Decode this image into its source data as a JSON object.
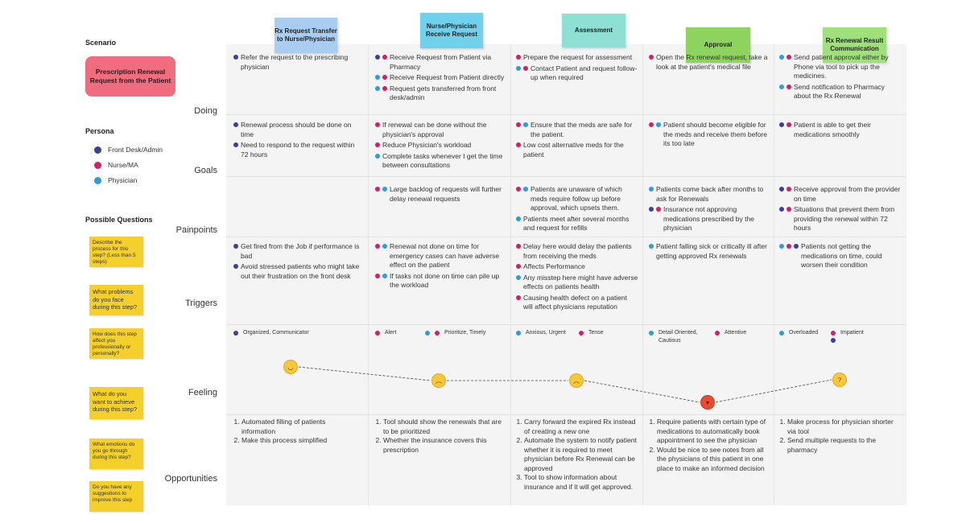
{
  "left": {
    "scenario_label": "Scenario",
    "scenario_card": "Prescription Renewal Request from the Patient",
    "persona_label": "Persona",
    "personas": [
      {
        "name": "Front Desk/Admin",
        "color": "#3a3f9a"
      },
      {
        "name": "Nurse/MA",
        "color": "#d81b6a"
      },
      {
        "name": "Physician",
        "color": "#2a9de0"
      }
    ],
    "questions_label": "Possible Questions",
    "questions": [
      "Describe the process for this step? (Less than 5 steps)",
      "What problems do you face during this step?",
      "How does this step affect you professionally or personally?",
      "What do you want to achieve during this step?",
      "What emotions do you go through during this step?",
      "Do you have any suggestions to improve this step"
    ]
  },
  "rows": [
    "Doing",
    "Goals",
    "Painpoints",
    "Triggers",
    "Feeling",
    "Opportunities"
  ],
  "stages": [
    {
      "title": "Rx Request Transfer to Nurse/Physician",
      "color": "#a9cdf0"
    },
    {
      "title": "Nurse/Physician Receive Request",
      "color": "#6fd1ec"
    },
    {
      "title": "Assessment",
      "color": "#8ee0d4"
    },
    {
      "title": "Approval",
      "color": "#8fd35f"
    },
    {
      "title": "Rx Renewal Result Communication",
      "color": "#9fe07a"
    }
  ],
  "doing": [
    [
      {
        "p": [
          "b"
        ],
        "t": "Refer the request to the prescribing physician"
      }
    ],
    [
      {
        "p": [
          "b",
          "m"
        ],
        "t": "Receive Request from Patient via Pharmacy"
      },
      {
        "p": [
          "c",
          "m"
        ],
        "t": "Receive Request from Patient directly"
      },
      {
        "p": [
          "c",
          "m"
        ],
        "t": "Request gets transferred from front desk/admin"
      }
    ],
    [
      {
        "p": [
          "m"
        ],
        "t": "Prepare the request for assessment"
      },
      {
        "p": [
          "c",
          "m"
        ],
        "t": "Contact Patient and request follow-up when required"
      }
    ],
    [
      {
        "p": [
          "m"
        ],
        "t": "Open the Rx renewal request, take a look at the patient's medical file"
      }
    ],
    [
      {
        "p": [
          "c",
          "m"
        ],
        "t": "Send patient approval either by Phone via tool to pick up the medicines."
      },
      {
        "p": [
          "c",
          "m"
        ],
        "t": "Send notification to Pharmacy about the Rx Renewal"
      }
    ]
  ],
  "goals": [
    [
      {
        "p": [
          "b"
        ],
        "t": "Renewal process should be done on time"
      },
      {
        "p": [
          "b"
        ],
        "t": "Need to respond to the request within 72 hours"
      }
    ],
    [
      {
        "p": [
          "m"
        ],
        "t": "If renewal can be done without the physician's approval"
      },
      {
        "p": [
          "m"
        ],
        "t": "Reduce Physician's workload"
      },
      {
        "p": [
          "c"
        ],
        "t": "Complete tasks whenever I get the time between consultations"
      }
    ],
    [
      {
        "p": [
          "m",
          "c"
        ],
        "t": "Ensure that the meds are safe for the patient."
      },
      {
        "p": [
          "m"
        ],
        "t": "Low cost alternative meds for the patient"
      }
    ],
    [
      {
        "p": [
          "m",
          "c"
        ],
        "t": "Patient should become eligible for the meds and receive them before its too late"
      }
    ],
    [
      {
        "p": [
          "b",
          "m"
        ],
        "t": "Patient is able to get their medications smoothly"
      }
    ]
  ],
  "painpoints": [
    [],
    [
      {
        "p": [
          "m",
          "c"
        ],
        "t": "Large backlog of requests will further delay renewal requests"
      }
    ],
    [
      {
        "p": [
          "m",
          "c"
        ],
        "t": "Patients are unaware of which meds require follow up before approval, which upsets them."
      },
      {
        "p": [
          "c"
        ],
        "t": "Patients meet after several months and request for refills"
      }
    ],
    [
      {
        "p": [
          "c"
        ],
        "t": "Patients come back after months to ask for Renewals"
      },
      {
        "p": [
          "b",
          "m"
        ],
        "t": "Insurance not approving medications prescribed by the physician"
      }
    ],
    [
      {
        "p": [
          "b",
          "m"
        ],
        "t": "Receive approval from the provider on time"
      },
      {
        "p": [
          "b",
          "m"
        ],
        "t": "Situations that prevent them from providing the renewal within 72 hours"
      }
    ]
  ],
  "triggers": [
    [
      {
        "p": [
          "b"
        ],
        "t": "Get fired from the Job if performance is bad"
      },
      {
        "p": [
          "b"
        ],
        "t": "Avoid stressed patients who might take out their frustration on the front desk"
      }
    ],
    [
      {
        "p": [
          "m",
          "c"
        ],
        "t": "Renewal not done on time for emergency cases can have adverse effect on the patient"
      },
      {
        "p": [
          "m",
          "c"
        ],
        "t": "If tasks not done on time can pile up the workload"
      }
    ],
    [
      {
        "p": [
          "m"
        ],
        "t": "Delay here would delay the patients from receiving the meds"
      },
      {
        "p": [
          "m"
        ],
        "t": "Affects Performance"
      },
      {
        "p": [
          "c"
        ],
        "t": "Any misstep here might have adverse effects on patients health"
      },
      {
        "p": [
          "m"
        ],
        "t": "Causing health defect on a patient will affect physicians reputation"
      }
    ],
    [
      {
        "p": [
          "c"
        ],
        "t": "Patient falling sick or critically ill after getting approved Rx renewals"
      }
    ],
    [
      {
        "p": [
          "c",
          "m",
          "b"
        ],
        "t": "Patients not getting the medications on time, could worsen their condition"
      }
    ]
  ],
  "feeling_tags": [
    [
      {
        "p": [
          "b"
        ],
        "t": "Organized, Communicator"
      }
    ],
    [
      {
        "p": [
          "m"
        ],
        "t": "Alert"
      },
      {
        "p": [
          "c",
          "m"
        ],
        "t": "Prioritize, Timely"
      }
    ],
    [
      {
        "p": [
          "c"
        ],
        "t": "Anxious, Urgent"
      },
      {
        "p": [
          "m"
        ],
        "t": "Tense"
      }
    ],
    [
      {
        "p": [
          "c"
        ],
        "t": "Detail Oriented, Cautious"
      },
      {
        "p": [
          "m"
        ],
        "t": "Attentive"
      }
    ],
    [
      {
        "p": [
          "c"
        ],
        "t": "Overloaded"
      },
      {
        "p": [
          "m",
          "b"
        ],
        "t": "Impatient"
      }
    ]
  ],
  "feeling_curve": {
    "levels": [
      "happy",
      "worried",
      "stressed",
      "angry",
      "thinking"
    ]
  },
  "opportunities": [
    [
      "Automated filling of patients information",
      "Make this process simplified"
    ],
    [
      "Tool should show the renewals that are to be prioritized",
      "Whether the insurance covers this prescription"
    ],
    [
      "Carry forward the expired Rx instead of creating a new one",
      "Automate the system to notify patient whether it is required to meet physician before Rx Renewal can be approved",
      "Tool to show information about insurance and if it will get approved."
    ],
    [
      "Require patients with certain type of medications to automatically book appointment to see the physician",
      "Would be nice to see notes from all the physicians of this patient in one place to make an informed decision"
    ],
    [
      "Make process for physician shorter via tool",
      "Send multiple requests to the pharmacy"
    ]
  ]
}
